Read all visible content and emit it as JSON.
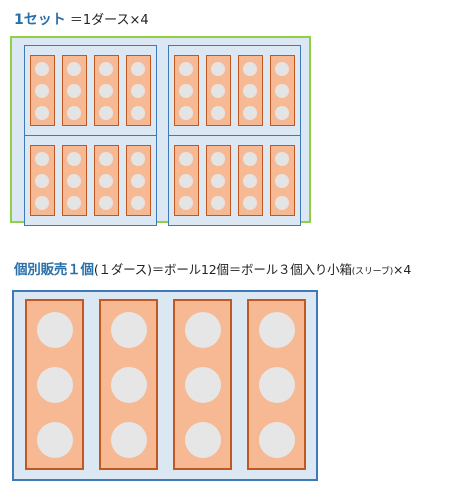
{
  "heading_set": {
    "label": "1セット",
    "rest": "＝1ダース×4"
  },
  "heading_single": {
    "label": "個別販売１個",
    "part1": "(１ダース)＝ボール12個＝ボール３個入り小箱",
    "small": "(スリーブ)",
    "part2": "×4"
  },
  "colors": {
    "heading_accent": "#2a6fa8",
    "set_border": "#8fd048",
    "box_fill": "#dbe7f2",
    "box_border": "#3f7ab8",
    "sleeve_fill": "#f6b994",
    "sleeve_border": "#c0581f",
    "ball_fill": "#e4e4e4"
  },
  "structure": {
    "dozens_per_set": 4,
    "sleeves_per_dozen": 4,
    "balls_per_sleeve": 3
  }
}
